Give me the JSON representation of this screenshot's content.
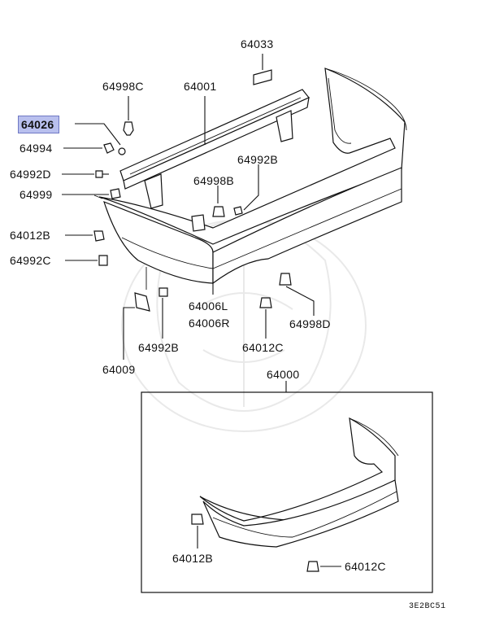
{
  "labels": {
    "p64033": "64033",
    "p64998C": "64998C",
    "p64001": "64001",
    "p64026": "64026",
    "p64994": "64994",
    "p64992D": "64992D",
    "p64999": "64999",
    "p64992B_top": "64992B",
    "p64998B": "64998B",
    "p64012B_left": "64012B",
    "p64992C": "64992C",
    "p64006L": "64006L",
    "p64006R": "64006R",
    "p64998D": "64998D",
    "p64012C_mid": "64012C",
    "p64992B_bottom": "64992B",
    "p64009": "64009",
    "p64000": "64000",
    "p64012B_box": "64012B",
    "p64012C_box": "64012C"
  },
  "diagram_code": "3E2BC51",
  "highlight_color": "#b9c0ee"
}
